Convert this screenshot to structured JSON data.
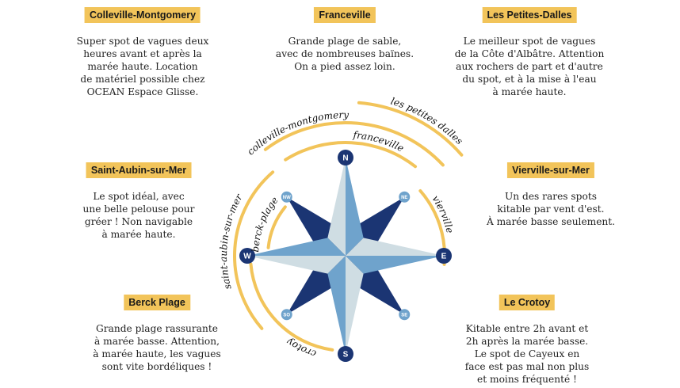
{
  "spots": [
    {
      "id": "colleville",
      "name": "Colleville-Montgomery",
      "description": "Super spot de vagues deux\nheures avant et après la\nmarée haute. Location\nde matériel possible chez\nOCEAN Espace Glisse."
    },
    {
      "id": "franceville",
      "name": "Franceville",
      "description": "Grande plage de sable,\navec de nombreuses baïnes.\nOn a pied assez loin."
    },
    {
      "id": "petites-dalles",
      "name": "Les Petites-Dalles",
      "description": "Le meilleur spot de vagues\nde la Côte d'Albâtre. Attention\naux rochers de part et d'autre\ndu spot, et à la mise à l'eau\nà marée haute."
    },
    {
      "id": "saint-aubin",
      "name": "Saint-Aubin-sur-Mer",
      "description": "Le spot idéal, avec\nune belle pelouse pour\ngréer ! Non navigable\nà marée haute."
    },
    {
      "id": "vierville",
      "name": "Vierville-sur-Mer",
      "description": "Un des rares spots\nkitable par vent d'est.\nÀ marée basse seulement."
    },
    {
      "id": "berck",
      "name": "Berck Plage",
      "description": "Grande plage rassurante\nà marée basse. Attention,\nà marée haute, les vagues\nsont vite bordéliques !"
    },
    {
      "id": "crotoy",
      "name": "Le Crotoy",
      "description": "Kitable entre 2h avant et\n2h après la marée basse.\nLe spot de Cayeux en\nface est pas mal non plus\net moins fréquenté !"
    }
  ],
  "arc_labels": {
    "franceville": "franceville",
    "colleville": "colleville-montgomery",
    "petites_dalles": "les petites dalles",
    "vierville": "vierville",
    "saint_aubin": "saint-aubin-sur-mer",
    "berck": "berck-plage",
    "crotoy": "crotoy"
  },
  "compass": {
    "N": "N",
    "NE": "NE",
    "E": "E",
    "SE": "SE",
    "S": "S",
    "SO": "SO",
    "W": "W",
    "NW": "NW"
  },
  "colors": {
    "yellow": "#f2c45a",
    "navy": "#1b3573",
    "mid": "#6fa3cc",
    "light": "#cfdde3"
  }
}
